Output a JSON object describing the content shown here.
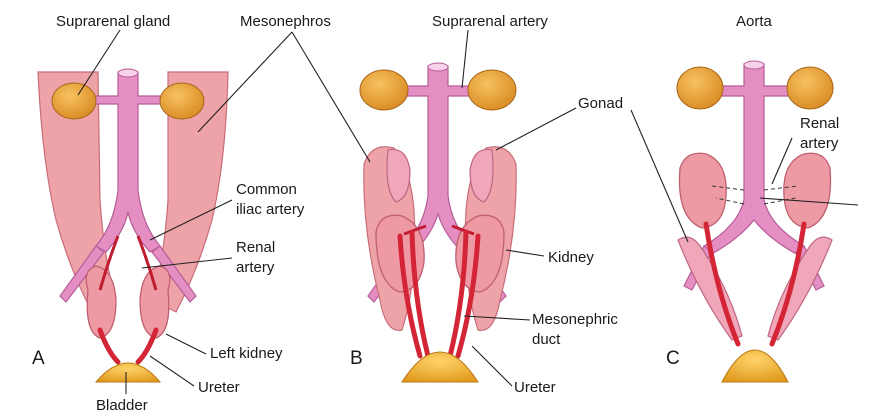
{
  "panels": {
    "a": "A",
    "b": "B",
    "c": "C"
  },
  "labels": {
    "suprarenal_gland": "Suprarenal gland",
    "mesonephros": "Mesonephros",
    "suprarenal_artery": "Suprarenal artery",
    "aorta": "Aorta",
    "gonad": "Gonad",
    "renal_artery_c_line1": "Renal",
    "renal_artery_c_line2": "artery",
    "common_iliac_line1": "Common",
    "common_iliac_line2": "iliac artery",
    "renal_artery_a_line1": "Renal",
    "renal_artery_a_line2": "artery",
    "kidney": "Kidney",
    "mesonephric_duct_line1": "Mesonephric",
    "mesonephric_duct_line2": "duct",
    "left_kidney": "Left kidney",
    "ureter_a": "Ureter",
    "ureter_b": "Ureter",
    "bladder": "Bladder"
  },
  "colors": {
    "mesonephros": "#eea3a9",
    "aorta": "#e58ec4",
    "suprarenal_gland": "#e9a13a",
    "bladder": "#f2b43a",
    "ureter": "#d42536"
  }
}
